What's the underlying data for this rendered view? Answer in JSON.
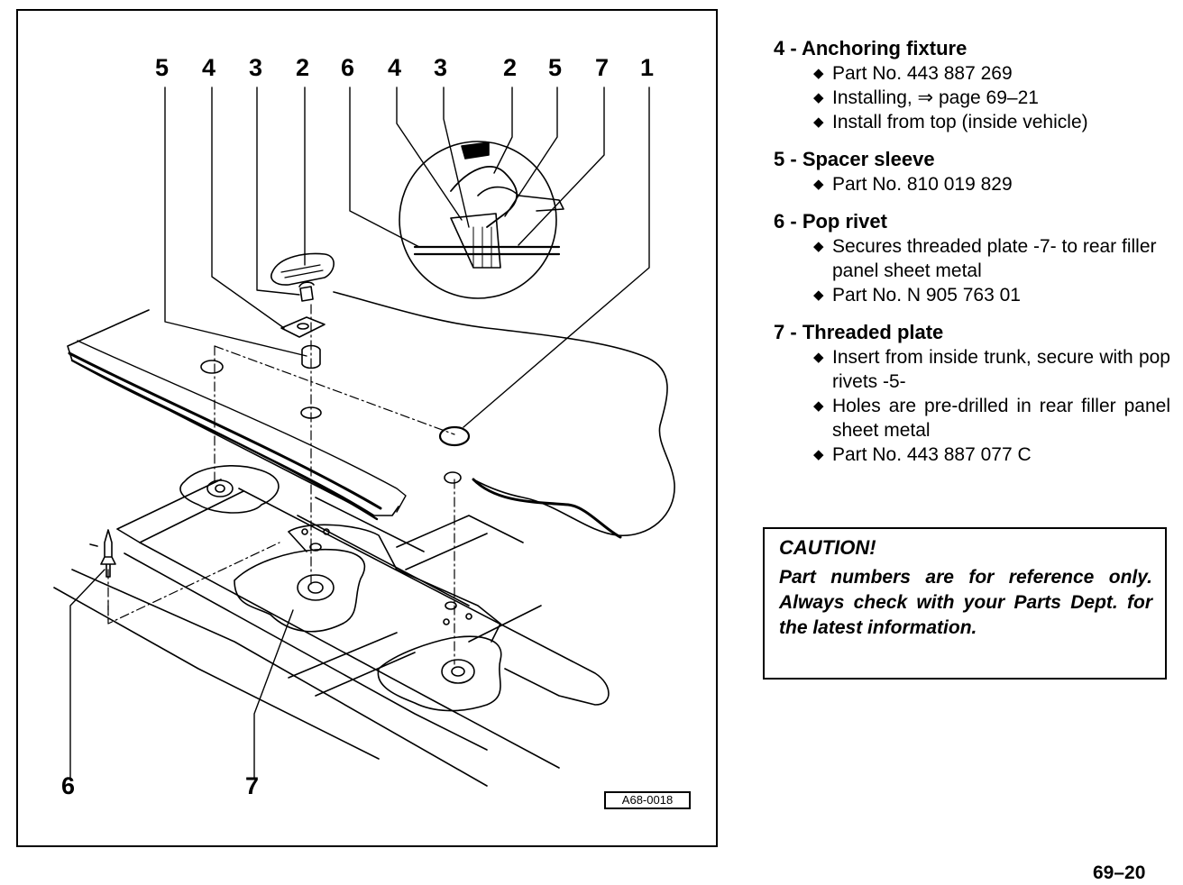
{
  "figure": {
    "code": "A68-0018",
    "callouts_top": [
      "5",
      "4",
      "3",
      "2",
      "6",
      "4",
      "3",
      "2",
      "5",
      "7",
      "1"
    ],
    "callouts_bottom": [
      "6",
      "7"
    ]
  },
  "legend": [
    {
      "number": "4",
      "title": "Anchoring fixture",
      "bullets": [
        "Part No. 443 887 269",
        "Installing, ⇒ page 69–21",
        "Install from top (inside vehicle)"
      ]
    },
    {
      "number": "5",
      "title": "Spacer sleeve",
      "bullets": [
        "Part No. 810 019 829"
      ]
    },
    {
      "number": "6",
      "title": "Pop rivet",
      "bullets": [
        "Secures threaded plate -7- to rear filler panel sheet metal",
        "Part No. N 905 763 01"
      ]
    },
    {
      "number": "7",
      "title": "Threaded plate",
      "bullets": [
        "Insert from inside trunk, secure with pop rivets -5-",
        "Holes are pre-drilled in rear filler panel sheet metal",
        "Part No. 443 887 077 C"
      ]
    }
  ],
  "caution": {
    "title": "CAUTION!",
    "text": "Part numbers are for reference only. Always check with your Parts Dept. for the latest information."
  },
  "page_number": "69–20",
  "icons": {
    "bullet": "diamond-bullet-icon"
  }
}
